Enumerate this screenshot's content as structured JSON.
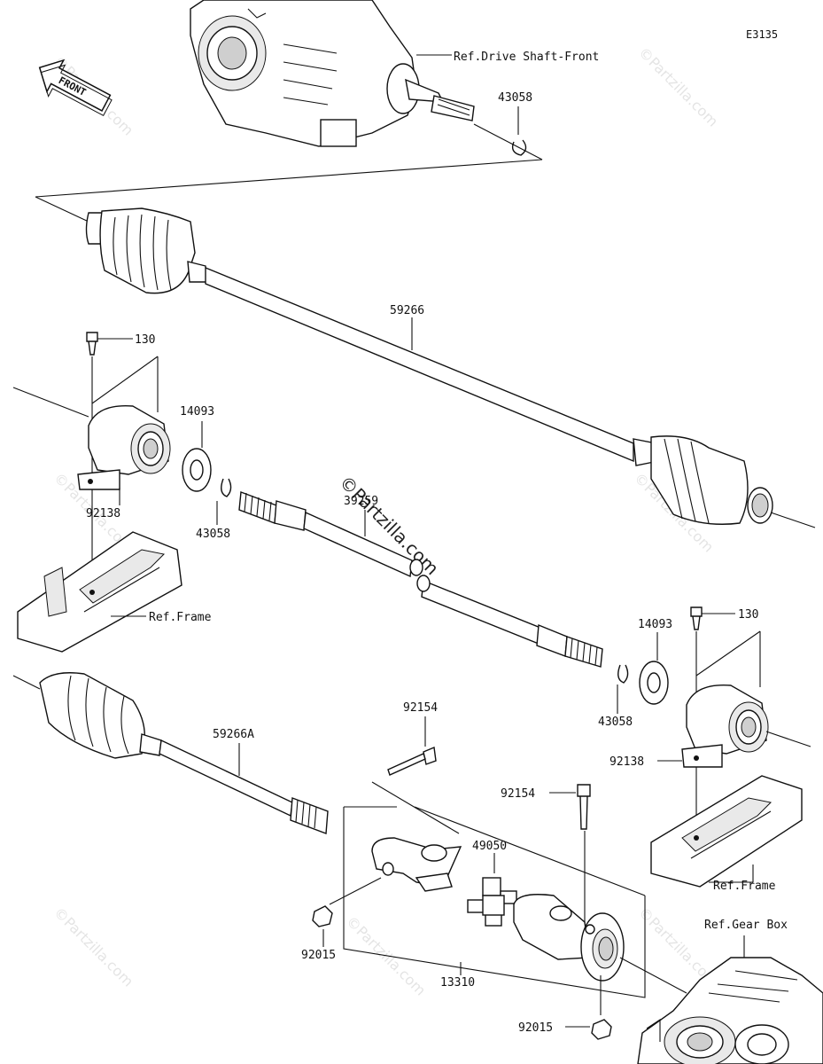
{
  "diagram": {
    "code": "E3135",
    "front_label": "FRONT",
    "watermark": "©Partzilla.com",
    "refs": {
      "drive_shaft_front": "Ref.Drive Shaft-Front",
      "frame_left": "Ref.Frame",
      "frame_right": "Ref.Frame",
      "gear_box": "Ref.Gear Box"
    },
    "parts": {
      "p43058_top": "43058",
      "p59266": "59266",
      "p130_left": "130",
      "p14093_left": "14093",
      "p92138_left": "92138",
      "p43058_left": "43058",
      "p39259": "39259",
      "p130_right": "130",
      "p14093_right": "14093",
      "p43058_right": "43058",
      "p92138_right": "92138",
      "p59266A": "59266A",
      "p92154_top": "92154",
      "p92154_mid": "92154",
      "p49050": "49050",
      "p92015_left": "92015",
      "p13310": "13310",
      "p92015_bottom": "92015"
    }
  }
}
